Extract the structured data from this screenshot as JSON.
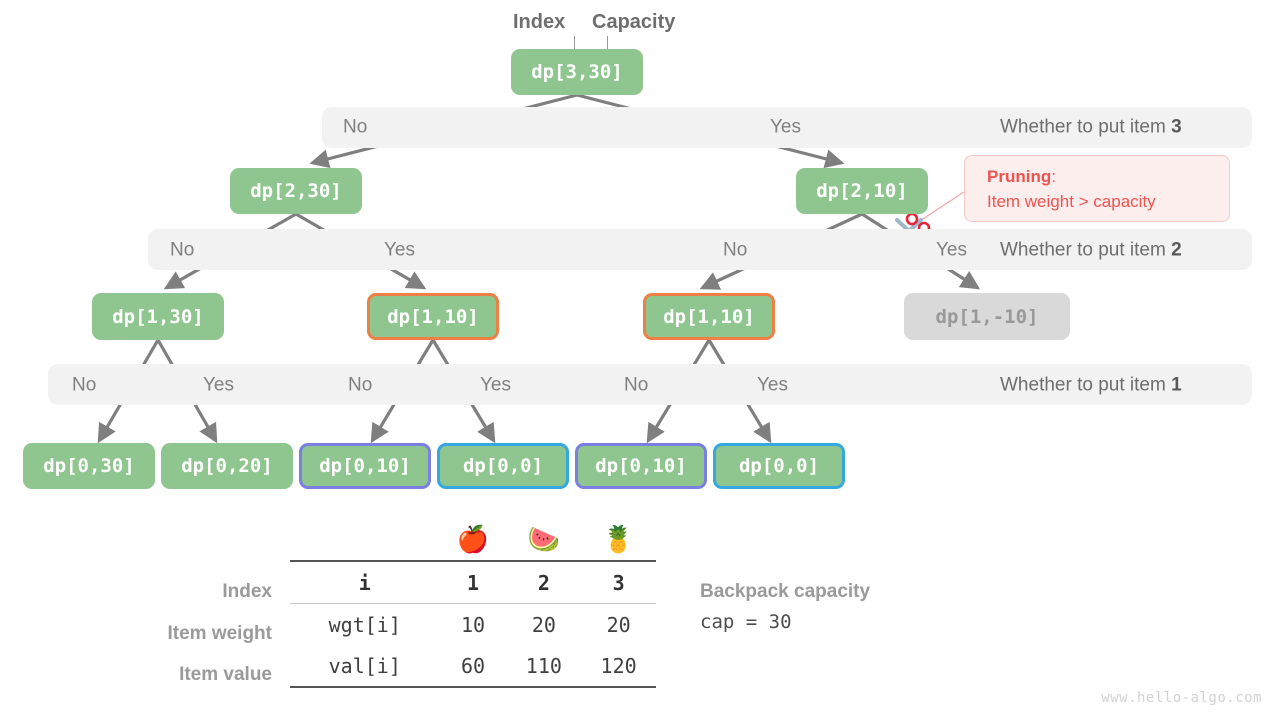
{
  "header": {
    "index_label": "Index",
    "capacity_label": "Capacity"
  },
  "colors": {
    "node_green": "#8fc68f",
    "node_muted": "#d9d9d9",
    "band_gray": "#f2f2f2",
    "orange_border": "#ee7f45",
    "purple_border": "#7b7fe0",
    "cyan_border": "#35a8e0",
    "pruning_red": "#ef5350",
    "pruning_bg": "#fdeeee",
    "edge_gray": "#7f7f7f",
    "label_gray": "#808080"
  },
  "tree": {
    "levels": [
      {
        "nodes": [
          {
            "label": "dp[3,30]",
            "style": "plain"
          }
        ]
      },
      {
        "nodes": [
          {
            "label": "dp[2,30]",
            "style": "plain"
          },
          {
            "label": "dp[2,10]",
            "style": "plain"
          }
        ]
      },
      {
        "nodes": [
          {
            "label": "dp[1,30]",
            "style": "plain"
          },
          {
            "label": "dp[1,10]",
            "style": "orange"
          },
          {
            "label": "dp[1,10]",
            "style": "orange"
          },
          {
            "label": "dp[1,-10]",
            "style": "muted"
          }
        ]
      },
      {
        "nodes": [
          {
            "label": "dp[0,30]",
            "style": "plain"
          },
          {
            "label": "dp[0,20]",
            "style": "plain"
          },
          {
            "label": "dp[0,10]",
            "style": "purple"
          },
          {
            "label": "dp[0,0]",
            "style": "cyan"
          },
          {
            "label": "dp[0,10]",
            "style": "purple"
          },
          {
            "label": "dp[0,0]",
            "style": "cyan"
          }
        ]
      }
    ]
  },
  "bands": [
    {
      "right_label_prefix": "Whether to put item ",
      "right_label_item": "3",
      "choices": [
        "No",
        "Yes"
      ]
    },
    {
      "right_label_prefix": "Whether to put item ",
      "right_label_item": "2",
      "choices": [
        "No",
        "Yes",
        "No",
        "Yes"
      ]
    },
    {
      "right_label_prefix": "Whether to put item ",
      "right_label_item": "1",
      "choices": [
        "No",
        "Yes",
        "No",
        "Yes",
        "No",
        "Yes"
      ]
    }
  ],
  "pruning": {
    "title": "Pruning",
    "title_suffix": ":",
    "detail": "Item weight > capacity",
    "icon": "scissors-icon"
  },
  "table": {
    "row_labels": [
      "Index",
      "Item weight",
      "Item value"
    ],
    "icons": [
      "apple-icon",
      "watermelon-icon",
      "pineapple-icon"
    ],
    "icon_glyphs": [
      "🍎",
      "🍉",
      "🍍"
    ],
    "rows": [
      {
        "key": "i",
        "cells": [
          "1",
          "2",
          "3"
        ]
      },
      {
        "key": "wgt[i]",
        "cells": [
          "10",
          "20",
          "20"
        ]
      },
      {
        "key": "val[i]",
        "cells": [
          "60",
          "110",
          "120"
        ]
      }
    ]
  },
  "capacity": {
    "title": "Backpack capacity",
    "expr": "cap = 30"
  },
  "watermark": "www.hello-algo.com"
}
